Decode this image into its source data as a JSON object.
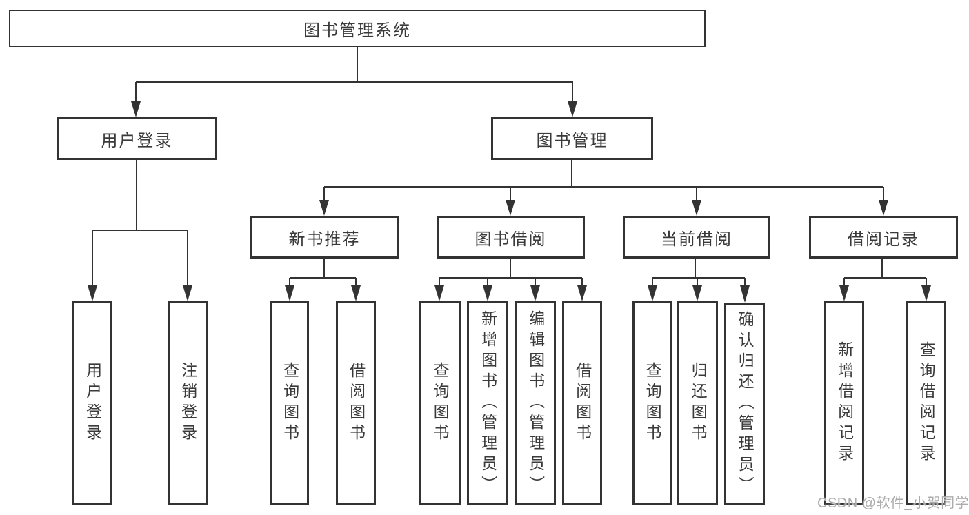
{
  "root": {
    "label": "图书管理系统"
  },
  "login": {
    "label": "用户登录",
    "children": [
      {
        "label": "用户登录"
      },
      {
        "label": "注销登录"
      }
    ]
  },
  "manage": {
    "label": "图书管理",
    "groups": [
      {
        "label": "新书推荐",
        "children": [
          {
            "label": "查询图书"
          },
          {
            "label": "借阅图书"
          }
        ]
      },
      {
        "label": "图书借阅",
        "children": [
          {
            "label": "查询图书"
          },
          {
            "label": "新增图书（管理员）"
          },
          {
            "label": "编辑图书（管理员）"
          },
          {
            "label": "借阅图书"
          }
        ]
      },
      {
        "label": "当前借阅",
        "children": [
          {
            "label": "查询图书"
          },
          {
            "label": "归还图书"
          },
          {
            "label": "确认归还（管理员）"
          }
        ]
      },
      {
        "label": "借阅记录",
        "children": [
          {
            "label": "新增借阅记录"
          },
          {
            "label": "查询借阅记录"
          }
        ]
      }
    ]
  },
  "watermark": {
    "text": "CSDN @软件_小贺同学"
  },
  "colors": {
    "line": "#333333",
    "box_border": "#333333",
    "text": "#3a3a3a",
    "watermark": "#9e9e9e"
  }
}
